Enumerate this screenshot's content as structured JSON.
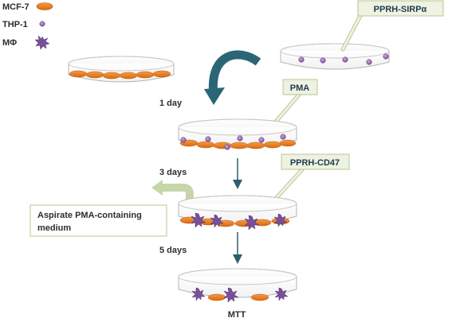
{
  "legend": {
    "items": [
      {
        "label": "MCF-7",
        "icon": "orange-cell-icon"
      },
      {
        "label": "THP-1",
        "icon": "purple-monocyte-icon"
      },
      {
        "label": "MΦ",
        "icon": "purple-macrophage-icon"
      }
    ]
  },
  "callouts": {
    "sirp": "PPRH-SIRPα",
    "pma": "PMA",
    "cd47": "PPRH-CD47"
  },
  "steps": {
    "day1": "1 day",
    "day3": "3 days",
    "day5": "5 days"
  },
  "aspirate": {
    "line1": "Aspirate PMA-containing",
    "line2": "medium"
  },
  "final": "MTT",
  "colors": {
    "mcf7": "#ed7d1d",
    "thp1": "#8e5fa8",
    "macrophage": "#7a4f9a",
    "arrow": "#2c5e6e",
    "curved_arrow": "#2a6675",
    "callout_fill": "#eef2e2",
    "callout_stroke": "#b9c792",
    "aspirate_arrow": "#c6d6a8"
  }
}
